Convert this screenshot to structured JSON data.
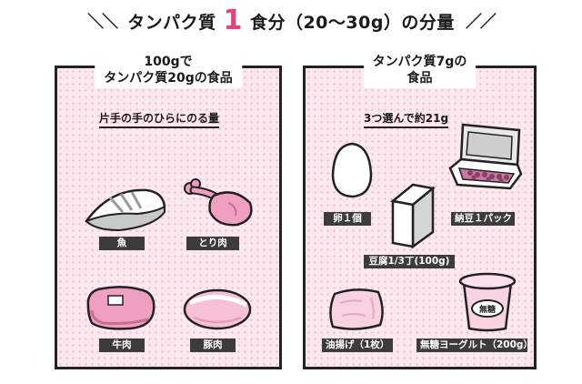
{
  "title": {
    "prefix": "タンパク質",
    "number": "1",
    "suffix": "食分（20〜30g）の分量",
    "accent_color": "#e0457b"
  },
  "left_panel": {
    "heading_line1": "100gで",
    "heading_line2": "タンパク質20gの食品",
    "subheading": "片手の手のひらにのる量",
    "items": [
      {
        "label": "魚",
        "icon": "fish-fillet-icon"
      },
      {
        "label": "とり肉",
        "icon": "chicken-drumstick-icon"
      },
      {
        "label": "牛肉",
        "icon": "beef-steak-icon"
      },
      {
        "label": "豚肉",
        "icon": "pork-slice-icon"
      }
    ]
  },
  "right_panel": {
    "heading_line1": "タンパク質7gの",
    "heading_line2": "食品",
    "subheading": "3つ選んで約21g",
    "items": [
      {
        "label": "卵１個",
        "icon": "egg-icon"
      },
      {
        "label": "納豆１パック",
        "icon": "natto-pack-icon"
      },
      {
        "label": "豆腐1/3丁(100g)",
        "icon": "tofu-block-icon"
      },
      {
        "label": "油揚げ（1枚）",
        "icon": "fried-tofu-icon"
      },
      {
        "label": "無糖ヨーグルト（200g）",
        "icon": "yogurt-cup-icon",
        "cup_text": "無糖"
      }
    ]
  },
  "colors": {
    "panel_background": "#fbe9ef",
    "dots": "#f0b8c9",
    "label_background": "#3c3c3c",
    "meat_pink": "#ee9fc2"
  }
}
